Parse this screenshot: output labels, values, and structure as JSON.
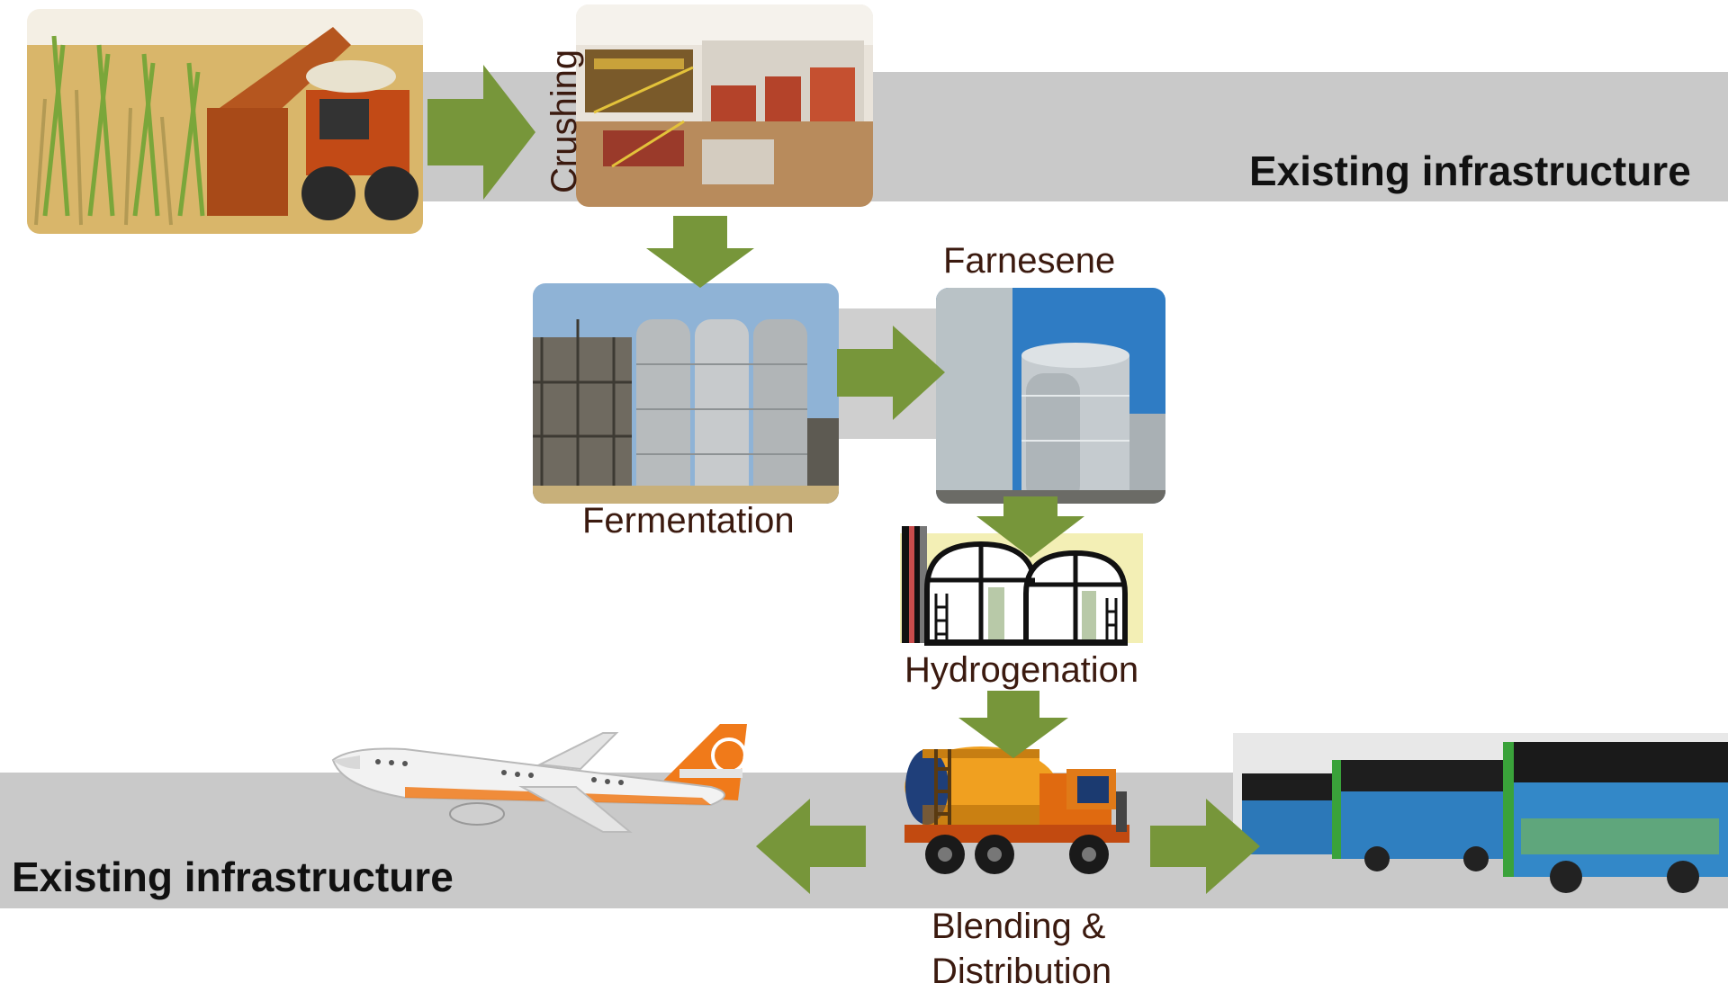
{
  "infrastructure": {
    "top_label": "Existing infrastructure",
    "bottom_label": "Existing infrastructure"
  },
  "steps": {
    "crushing": "Crushing",
    "farnesene": "Farnesene",
    "fermentation": "Fermentation",
    "hydrogenation": "Hydrogenation",
    "blending_line1": "Blending &",
    "blending_line2": "Distribution"
  },
  "colors": {
    "arrow": "#77963a",
    "band": "#c9c9c9",
    "label_text": "#3b1a0f"
  },
  "icons": {
    "harvest": "sugarcane-harvester-photo",
    "mill": "crushing-mill-photo",
    "fermenters": "fermentation-tanks-photo",
    "storage": "farnesene-storage-photo",
    "hydro": "hydrogenation-tanks-clipart",
    "truck": "tanker-truck-clipart",
    "plane": "airplane-photo",
    "buses": "buses-photo"
  }
}
